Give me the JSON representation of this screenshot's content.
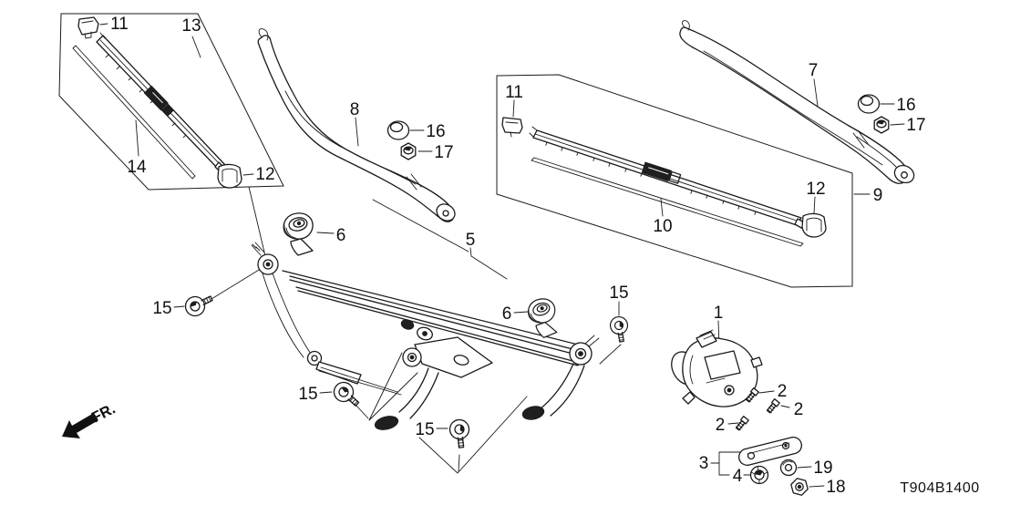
{
  "diagram": {
    "code": "T904B1400",
    "direction_label": "FR."
  },
  "colors": {
    "line": "#1a1a1a",
    "background": "#ffffff"
  },
  "callouts": [
    {
      "id": "11-left",
      "text": "11"
    },
    {
      "id": "13",
      "text": "13"
    },
    {
      "id": "14",
      "text": "14"
    },
    {
      "id": "12-left",
      "text": "12"
    },
    {
      "id": "8",
      "text": "8"
    },
    {
      "id": "16-left",
      "text": "16"
    },
    {
      "id": "17-left",
      "text": "17"
    },
    {
      "id": "11-center",
      "text": "11"
    },
    {
      "id": "10",
      "text": "10"
    },
    {
      "id": "12-center",
      "text": "12"
    },
    {
      "id": "9",
      "text": "9"
    },
    {
      "id": "7",
      "text": "7"
    },
    {
      "id": "16-right",
      "text": "16"
    },
    {
      "id": "17-right",
      "text": "17"
    },
    {
      "id": "5",
      "text": "5"
    },
    {
      "id": "6-upper",
      "text": "6"
    },
    {
      "id": "6-lower",
      "text": "6"
    },
    {
      "id": "15-a",
      "text": "15"
    },
    {
      "id": "15-b",
      "text": "15"
    },
    {
      "id": "15-c",
      "text": "15"
    },
    {
      "id": "15-d",
      "text": "15"
    },
    {
      "id": "1",
      "text": "1"
    },
    {
      "id": "2-a",
      "text": "2"
    },
    {
      "id": "2-b",
      "text": "2"
    },
    {
      "id": "2-c",
      "text": "2"
    },
    {
      "id": "3",
      "text": "3"
    },
    {
      "id": "4",
      "text": "4"
    },
    {
      "id": "19",
      "text": "19"
    },
    {
      "id": "18",
      "text": "18"
    }
  ]
}
